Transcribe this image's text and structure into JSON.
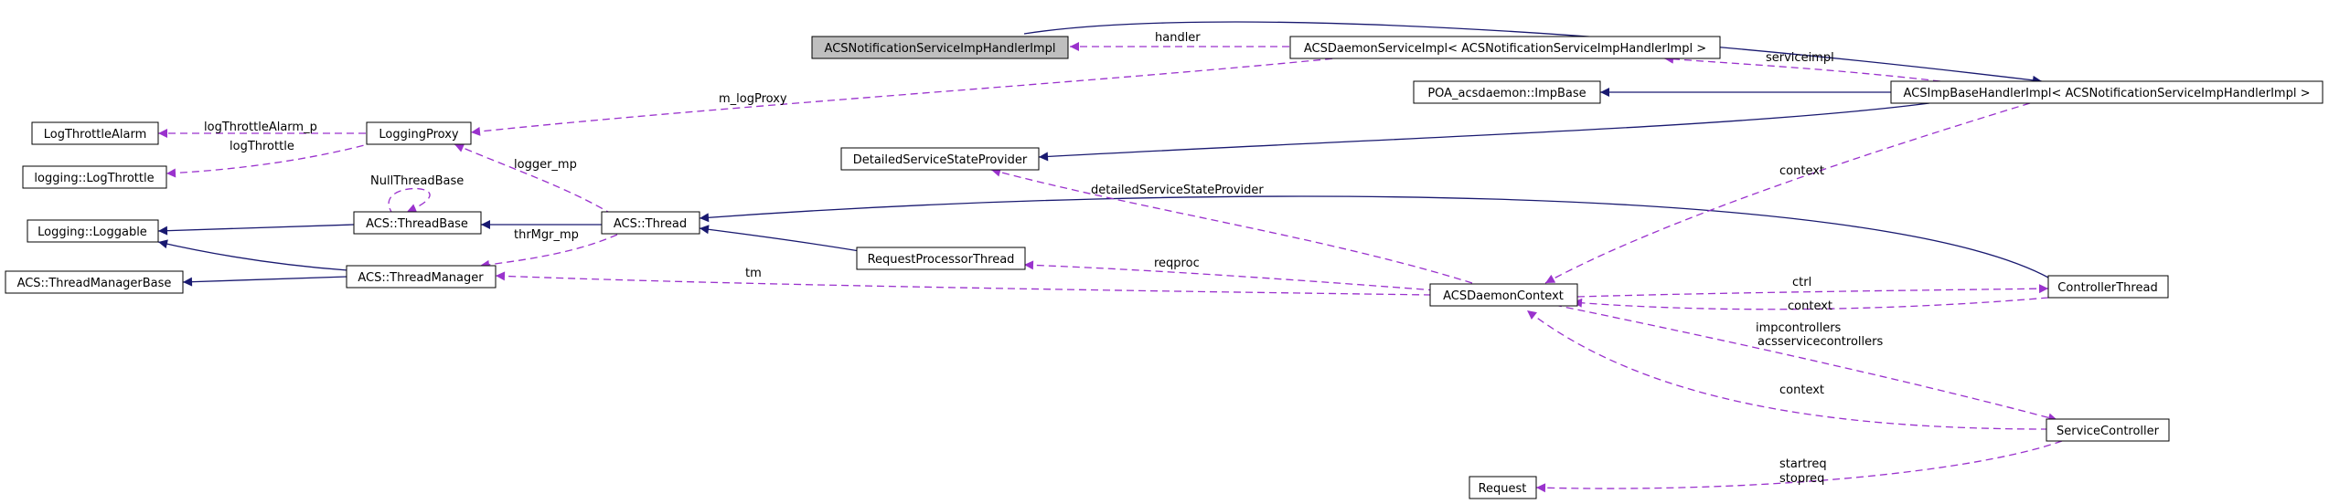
{
  "diagram": {
    "nodes": {
      "n_handler": "ACSNotificationServiceImpHandlerImpl",
      "n_daemon_service": "ACSDaemonServiceImpl< ACSNotificationServiceImpHandlerImpl >",
      "n_poa_impbase": "POA_acsdaemon::ImpBase",
      "n_impbase_handler": "ACSImpBaseHandlerImpl< ACSNotificationServiceImpHandlerImpl >",
      "n_log_throttle_alarm": "LogThrottleAlarm",
      "n_logging_proxy": "LoggingProxy",
      "n_log_throttle": "logging::LogThrottle",
      "n_detailed_provider": "DetailedServiceStateProvider",
      "n_loggable": "Logging::Loggable",
      "n_threadbase": "ACS::ThreadBase",
      "n_thread": "ACS::Thread",
      "n_request_processor": "RequestProcessorThread",
      "n_threadmanagerbase": "ACS::ThreadManagerBase",
      "n_threadmanager": "ACS::ThreadManager",
      "n_daemon_context": "ACSDaemonContext",
      "n_controller_thread": "ControllerThread",
      "n_service_controller": "ServiceController",
      "n_request": "Request"
    },
    "edge_labels": {
      "handler": "handler",
      "serviceimpl": "serviceimpl",
      "m_logProxy": "m_logProxy",
      "logThrottleAlarm_p": "logThrottleAlarm_p",
      "logThrottle": "logThrottle",
      "nullThreadBase": "NullThreadBase",
      "logger_mp": "logger_mp",
      "thrMgr_mp": "thrMgr_mp",
      "detailedServiceStateProvider": "detailedServiceStateProvider",
      "context_top": "context",
      "reqproc": "reqproc",
      "tm": "tm",
      "ctrl": "ctrl",
      "context_ctrl": "context",
      "impcontrollers": "impcontrollers",
      "acsservicecontrollers": "acsservicecontrollers",
      "context_sc": "context",
      "startreq": "startreq",
      "stopreq": "stopreq"
    },
    "colors": {
      "inheritance": "#191970",
      "usage": "#9a32cd",
      "highlight_fill": "#bfbfbf"
    }
  }
}
